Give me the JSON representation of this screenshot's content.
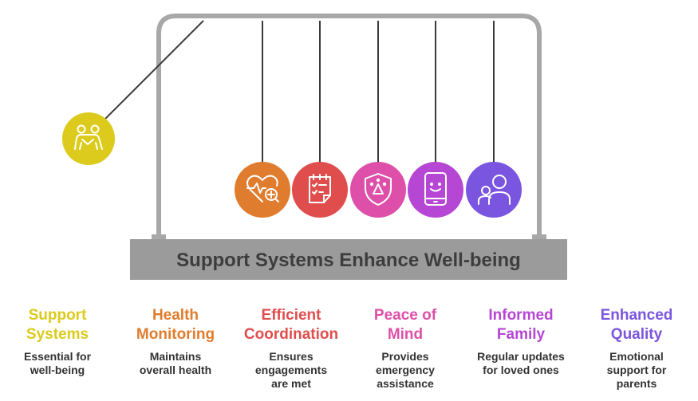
{
  "title": "Support Systems Enhance Well-being",
  "items": [
    {
      "title": "Support Systems",
      "title_lines": [
        "Support",
        "Systems"
      ],
      "desc_lines": [
        "Essential for",
        "well-being"
      ],
      "color": "#dccb1d",
      "icon": "people-helping-icon"
    },
    {
      "title": "Health Monitoring",
      "title_lines": [
        "Health",
        "Monitoring"
      ],
      "desc_lines": [
        "Maintains",
        "overall health"
      ],
      "color": "#e07c2d",
      "icon": "heart-health-icon"
    },
    {
      "title": "Efficient Coordination",
      "title_lines": [
        "Efficient",
        "Coordination"
      ],
      "desc_lines": [
        "Ensures",
        "engagements",
        "are met"
      ],
      "color": "#e04d4d",
      "icon": "checklist-icon"
    },
    {
      "title": "Peace of Mind",
      "title_lines": [
        "Peace of",
        "Mind"
      ],
      "desc_lines": [
        "Provides",
        "emergency",
        "assistance"
      ],
      "color": "#dd4fa8",
      "icon": "shield-icon"
    },
    {
      "title": "Informed Family",
      "title_lines": [
        "Informed",
        "Family"
      ],
      "desc_lines": [
        "Regular updates",
        "for loved ones"
      ],
      "color": "#b646d4",
      "icon": "mobile-phone-icon"
    },
    {
      "title": "Enhanced Quality",
      "title_lines": [
        "Enhanced",
        "Quality"
      ],
      "desc_lines": [
        "Emotional",
        "support for",
        "parents"
      ],
      "color": "#7a55e0",
      "icon": "family-icon"
    }
  ]
}
